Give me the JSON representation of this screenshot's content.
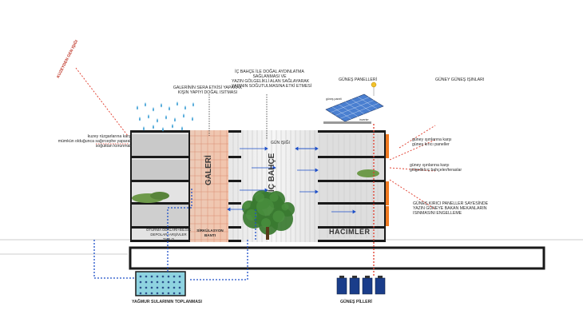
{
  "labels": {
    "kuzeydogu": "KUZEYDEN GEN IŞIĞI",
    "kuzey_ruzgar_1": "kuzey rüzgarlarına karşı",
    "kuzey_ruzgar_2": "mümkün olduğunca sağırcephe yaparak",
    "kuzey_ruzgar_3": "soğuktan korunmak",
    "galeri_sera_1": "GALERİNİN SERA ETKİSİ YAPARAK",
    "galeri_sera_2": "KIŞIN YAPIYI DOĞAL ISITMASI",
    "ic_bahce_1": "İÇ BAHÇE İLE DOĞAL AYDINLATMA",
    "ic_bahce_2": "SAĞLANMASI VE",
    "ic_bahce_3": "YAZIN GÖLGELİKLİ ALAN SAĞLAYARAK",
    "ic_bahce_4": "YAPININ SOĞUTULMASINA ETKİ ETMESİ",
    "gunes_panelleri": "GÜNEŞ PANELLERİ",
    "guney_gunes": "GÜNEY GÜNEŞ IŞINLARI",
    "guney_kirici_1": "güney ışınlarına karşı",
    "guney_kirici_2": "güneş kırıcı paneller",
    "guney_golge_1": "güney ışınlarına karşı",
    "guney_golge_2": "gölgelikli iç bahçeler/teraslar",
    "gunes_kirici_1": "GÜNEŞ KIRICI PANELLER SAYESİNDE",
    "gunes_kirici_2": "YAZIN GÜNEYE BAKAN MEKANLARIN",
    "gunes_kirici_3": "ISINMASINI ENGELLEME",
    "gun_isigi": "GÜN IŞIĞI",
    "galeri": "GALERİ",
    "ic_bahce": "İÇ BAHÇE",
    "sirkulasyon_1": "SİRKÜLASYON",
    "sirkulasyon_2": "BANTI",
    "hacimler": "HACİMLER",
    "oturma_1": "OTURMA ODALARI+BİLGİK",
    "oturma_2": "DEPOLAR+ARŞİVLER",
    "oturma_3": "TABLO",
    "yagmur": "YAĞMUR SULARININ TOPLANMASI",
    "gunes_pilleri": "GÜNEŞ PİLLERİ",
    "panel_tag_1": "güneş paneli",
    "panel_tag_2": "inverter"
  },
  "colors": {
    "sun_red": "#e03a2a",
    "water_blue": "#1d4fc8",
    "sky_drop": "#4aa6d8",
    "circulation": "#f0b8a0",
    "facade_orange": "#ef7a22",
    "tank": "#8ed3e0",
    "tree": "#3a7a30",
    "solar": "#4a7fd0",
    "slab": "#1a1a1a",
    "floor_fill": "#d8d8d8"
  }
}
